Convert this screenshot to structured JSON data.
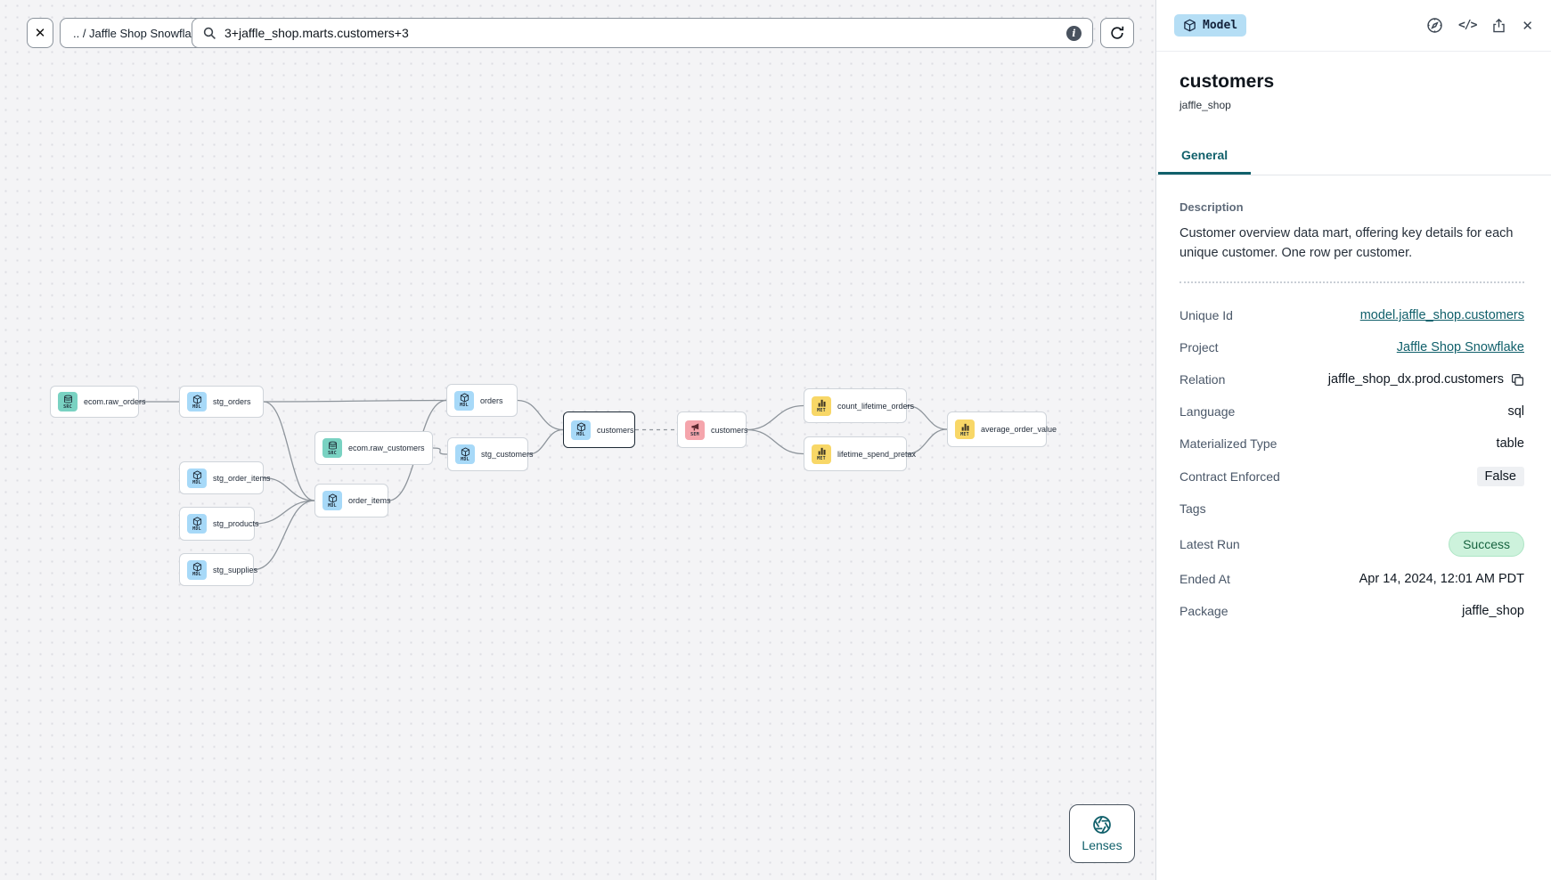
{
  "colors": {
    "accent_teal": "#11606b",
    "model_badge_bg": "#b5def5",
    "success_bg": "#cdf2dc",
    "source_badge": "#79d2c2",
    "model_node_badge": "#a7d9f8",
    "semantic_badge": "#f5a5ac",
    "metric_badge": "#f8d767"
  },
  "toolbar": {
    "breadcrumb": ".. / Jaffle Shop Snowflake",
    "search_value": "3+jaffle_shop.marts.customers+3",
    "close_glyph": "✕"
  },
  "canvas": {
    "lenses_label": "Lenses",
    "badge_labels": {
      "src": "SRC",
      "mdl": "MDL",
      "sem": "SEM",
      "met": "MET"
    },
    "nodes": [
      {
        "id": "raw_orders",
        "label": "ecom.raw_orders",
        "kind": "src"
      },
      {
        "id": "stg_orders",
        "label": "stg_orders",
        "kind": "mdl"
      },
      {
        "id": "raw_customers",
        "label": "ecom.raw_customers",
        "kind": "src"
      },
      {
        "id": "stg_order_items",
        "label": "stg_order_items",
        "kind": "mdl"
      },
      {
        "id": "stg_products",
        "label": "stg_products",
        "kind": "mdl"
      },
      {
        "id": "stg_supplies",
        "label": "stg_supplies",
        "kind": "mdl"
      },
      {
        "id": "order_items",
        "label": "order_items",
        "kind": "mdl"
      },
      {
        "id": "orders",
        "label": "orders",
        "kind": "mdl"
      },
      {
        "id": "stg_customers",
        "label": "stg_customers",
        "kind": "mdl"
      },
      {
        "id": "customers",
        "label": "customers",
        "kind": "mdl",
        "selected": true
      },
      {
        "id": "customers_sem",
        "label": "customers",
        "kind": "sem"
      },
      {
        "id": "count_lifetime_orders",
        "label": "count_lifetime_orders",
        "kind": "met"
      },
      {
        "id": "lifetime_spend_pretax",
        "label": "lifetime_spend_pretax",
        "kind": "met"
      },
      {
        "id": "average_order_value",
        "label": "average_order_value",
        "kind": "met"
      }
    ],
    "edges": [
      {
        "from": "raw_orders",
        "to": "stg_orders"
      },
      {
        "from": "stg_orders",
        "to": "orders"
      },
      {
        "from": "stg_orders",
        "to": "order_items"
      },
      {
        "from": "stg_order_items",
        "to": "order_items"
      },
      {
        "from": "stg_products",
        "to": "order_items"
      },
      {
        "from": "stg_supplies",
        "to": "order_items"
      },
      {
        "from": "raw_customers",
        "to": "stg_customers"
      },
      {
        "from": "order_items",
        "to": "orders"
      },
      {
        "from": "orders",
        "to": "customers"
      },
      {
        "from": "stg_customers",
        "to": "customers"
      },
      {
        "from": "customers",
        "to": "customers_sem",
        "dashed": true
      },
      {
        "from": "customers_sem",
        "to": "count_lifetime_orders"
      },
      {
        "from": "customers_sem",
        "to": "lifetime_spend_pretax"
      },
      {
        "from": "count_lifetime_orders",
        "to": "average_order_value"
      },
      {
        "from": "lifetime_spend_pretax",
        "to": "average_order_value"
      }
    ]
  },
  "panel": {
    "resource_badge": "Model",
    "title": "customers",
    "subtitle": "jaffle_shop",
    "tabs": [
      {
        "label": "General"
      }
    ],
    "description_label": "Description",
    "description": "Customer overview data mart, offering key details for each unique customer. One row per customer.",
    "code_glyph": "</>",
    "close_glyph": "✕",
    "fields": [
      {
        "label": "Unique Id",
        "value": "model.jaffle_shop.customers",
        "kind": "link"
      },
      {
        "label": "Project",
        "value": "Jaffle Shop Snowflake",
        "kind": "link"
      },
      {
        "label": "Relation",
        "value": "jaffle_shop_dx.prod.customers",
        "kind": "copy"
      },
      {
        "label": "Language",
        "value": "sql",
        "kind": "plain"
      },
      {
        "label": "Materialized Type",
        "value": "table",
        "kind": "plain"
      },
      {
        "label": "Contract Enforced",
        "value": "False",
        "kind": "badge"
      },
      {
        "label": "Tags",
        "value": "",
        "kind": "plain"
      },
      {
        "label": "Latest Run",
        "value": "Success",
        "kind": "pill"
      },
      {
        "label": "Ended At",
        "value": "Apr 14, 2024, 12:01 AM PDT",
        "kind": "plain"
      },
      {
        "label": "Package",
        "value": "jaffle_shop",
        "kind": "plain"
      }
    ]
  }
}
